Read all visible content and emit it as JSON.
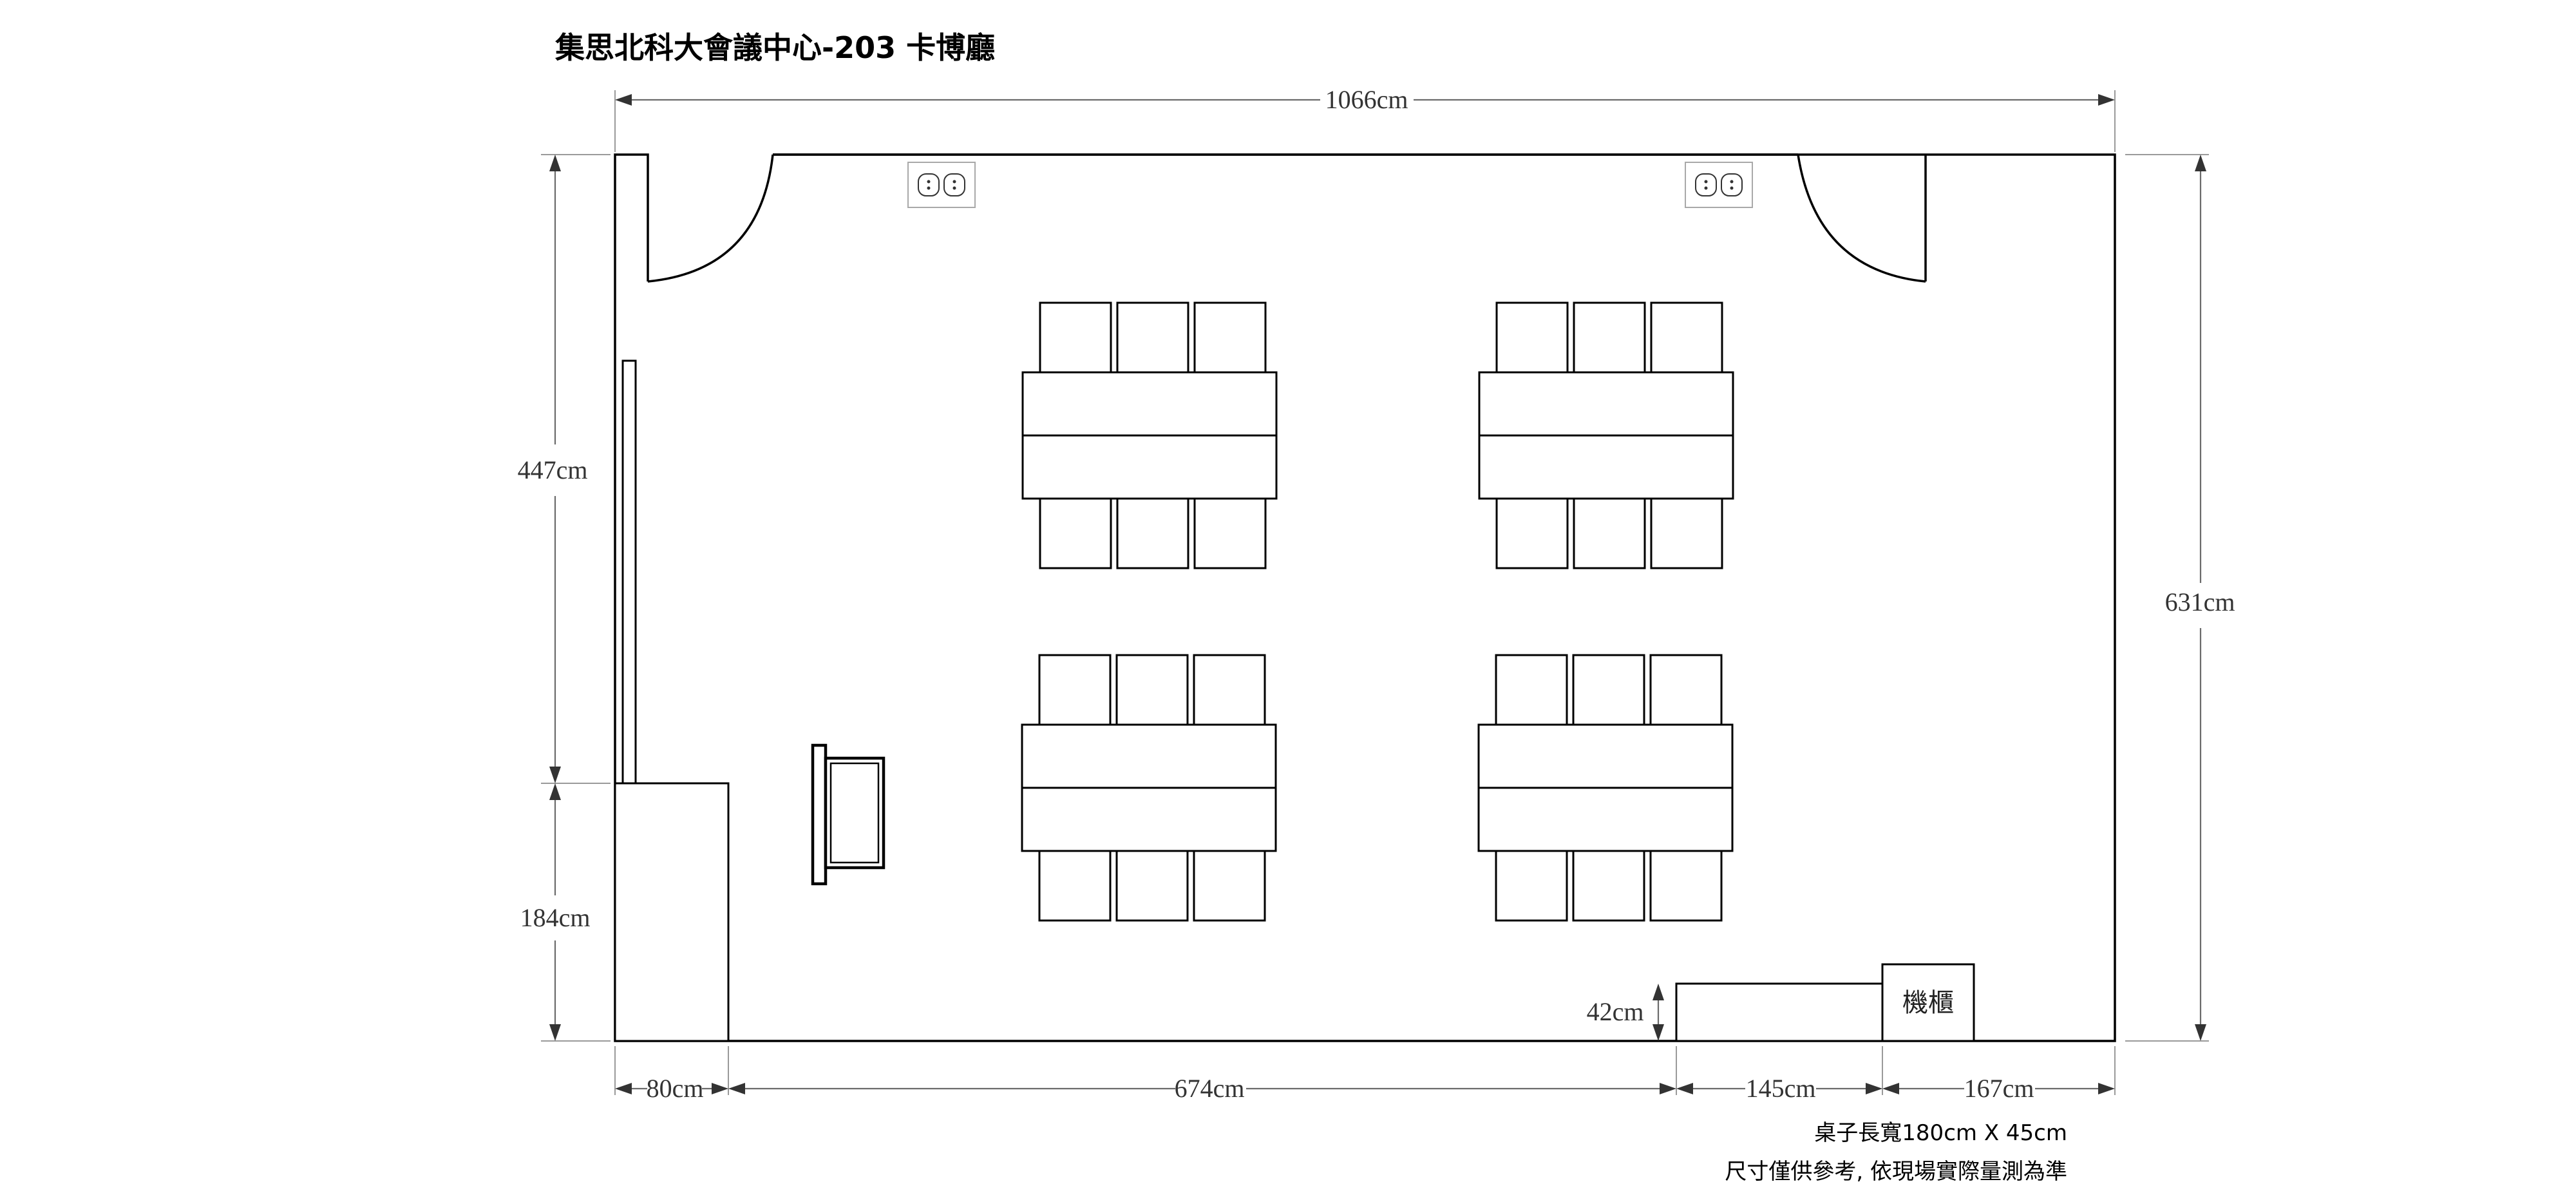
{
  "title": "集思北科大會議中心-203 卡博廳",
  "dimensions": {
    "total_width": "1066cm",
    "total_height": "631cm",
    "left_upper": "447cm",
    "left_lower": "184cm",
    "bottom_segment_1": "80cm",
    "bottom_segment_2": "674cm",
    "bottom_segment_3": "145cm",
    "bottom_segment_4": "167cm",
    "counter_depth": "42cm"
  },
  "cabinet_label": "機櫃",
  "notes": {
    "table_size": "桌子長寬180cm X 45cm",
    "disclaimer": "尺寸僅供參考, 依現場實際量測為準"
  }
}
